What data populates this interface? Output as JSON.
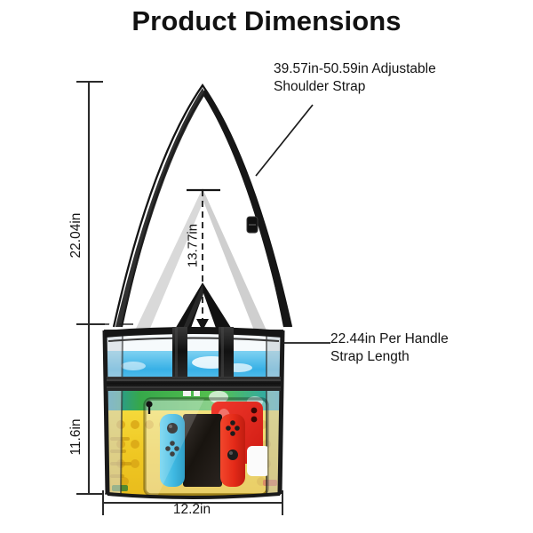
{
  "page": {
    "title": "Product Dimensions",
    "background_color": "#ffffff",
    "text_color": "#141414"
  },
  "callouts": [
    {
      "id": "shoulder-strap",
      "text": "39.57in-50.59in Adjustable\nShoulder Strap",
      "value_range": "39.57in-50.59in",
      "description": "Adjustable Shoulder Strap"
    },
    {
      "id": "handle-strap",
      "text": "22.44in Per Handle\nStrap Length",
      "value": "22.44in",
      "description": "Per Handle Strap Length"
    }
  ],
  "dimensions": {
    "total_height": "22.04in",
    "body_height": "11.6in",
    "handle_drop": "13.77in",
    "width": "12.2in"
  },
  "product": {
    "name": "clear-pvc-tote-bag",
    "strap_color": "#1b1b1b",
    "body": "transparent-clear-pvc",
    "contents": {
      "console": "nintendo-switch",
      "left_joycon_color": "#4cc2e6",
      "right_joycon_color": "#e8301e",
      "phone_color": "#e8241c",
      "poster_sky_color": "#3cb3e8",
      "poster_green_color": "#2faa3c",
      "poster_yellow_color": "#f2cf1e"
    }
  }
}
